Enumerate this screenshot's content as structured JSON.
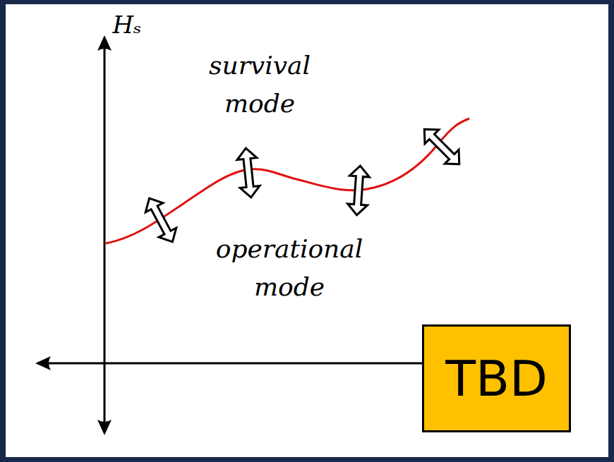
{
  "diagram": {
    "nodes": [
      {
        "text": [
          "TBD"
        ]
      }
    ],
    "labels": [
      "Hₛ",
      "survival mode",
      "operational mode"
    ]
  }
}
